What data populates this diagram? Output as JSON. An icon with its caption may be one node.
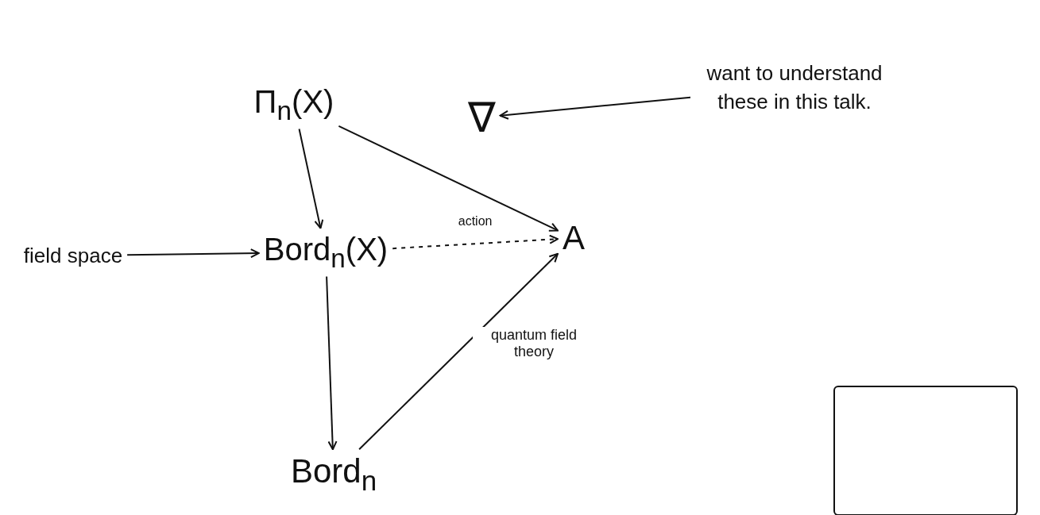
{
  "diagram": {
    "nodes": [
      {
        "text": [
          "Π$_{n}$(X)"
        ]
      },
      {
        "text": [
          "Bord$_{n}$(X)"
        ]
      },
      {
        "text": [
          "A"
        ]
      },
      {
        "text": [
          "Bord$_{n}$"
        ]
      },
      {
        "text": [
          "field space"
        ]
      },
      {
        "text": [
          "∇"
        ]
      },
      {
        "text": [
          "want to understand these in this talk."
        ]
      },
      {
        "text": [],
        "shape": "box"
      }
    ],
    "edges": [
      {
        "from": 0,
        "to": 1,
        "arrow": "to"
      },
      {
        "from": 0,
        "to": 2,
        "arrow": "to"
      },
      {
        "from": 1,
        "to": 2,
        "arrow": "to",
        "label": "action",
        "style": "dashed"
      },
      {
        "from": 1,
        "to": 3,
        "arrow": "to"
      },
      {
        "from": 3,
        "to": 2,
        "arrow": "to",
        "label": "quantum field theory"
      },
      {
        "from": 4,
        "to": 1,
        "arrow": "to"
      },
      {
        "from": 6,
        "to": 5,
        "arrow": "to"
      }
    ]
  }
}
